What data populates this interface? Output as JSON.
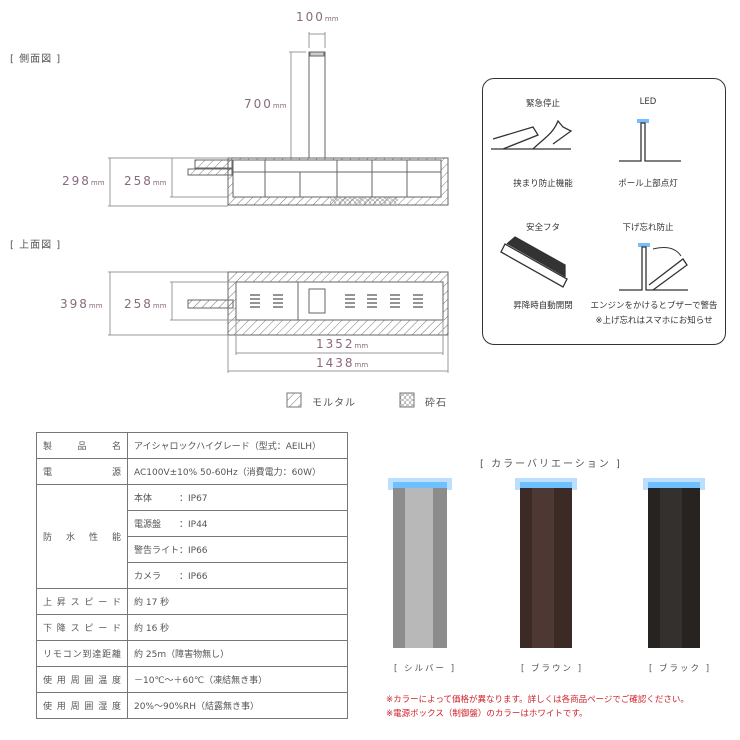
{
  "side_view": {
    "title": "[ 側面図 ]",
    "width": "100",
    "height": "700",
    "depth_total": "298",
    "depth_inner": "258",
    "unit": "mm"
  },
  "top_view": {
    "title": "[ 上面図 ]",
    "width_total": "398",
    "width_inner": "258",
    "length_inner": "1352",
    "length_total": "1438",
    "unit": "mm"
  },
  "legend": [
    {
      "label": "モルタル",
      "icon": "hatch-pattern-icon"
    },
    {
      "label": "砕石",
      "icon": "gravel-pattern-icon"
    }
  ],
  "features": [
    {
      "title": "緊急停止",
      "caption": "挟まり防止機能"
    },
    {
      "title": "LED",
      "caption": "ポール上部点灯"
    },
    {
      "title": "安全フタ",
      "caption": "昇降時自動開閉"
    },
    {
      "title": "下げ忘れ防止",
      "caption": "エンジンをかけるとブザーで警告",
      "caption2": "※上げ忘れはスマホにお知らせ"
    }
  ],
  "specs": {
    "rows": [
      {
        "label": "製品名",
        "value": "アイシャロックハイグレード（型式：AEILH）"
      },
      {
        "label": "電源",
        "value": "AC100V±10% 50-60Hz（消費電力：60W）"
      },
      {
        "label": "防水性能",
        "values": [
          "本体　　　：IP67",
          "電源盤　　：IP44",
          "警告ライト：IP66",
          "カメラ　　：IP66"
        ]
      },
      {
        "label": "上昇スピード",
        "value": "約 17 秒"
      },
      {
        "label": "下降スピード",
        "value": "約 16 秒"
      },
      {
        "label": "リモコン到達距離",
        "value": "約 25m（障害物無し）"
      },
      {
        "label": "使用周囲温度",
        "value": "－10℃～＋60℃（凍結無き事）"
      },
      {
        "label": "使用周囲湿度",
        "value": "20%～90%RH（結露無き事）"
      }
    ]
  },
  "colors": {
    "title": "[ カラーバリエーション ]",
    "items": [
      {
        "label": "[ シルバー ]",
        "hex": "#8a8a8a"
      },
      {
        "label": "[ ブラウン ]",
        "hex": "#3b2a26"
      },
      {
        "label": "[ ブラック ]",
        "hex": "#262321"
      }
    ],
    "led": "#3fa3ff",
    "notes": [
      "※カラーによって価格が異なります。詳しくは各商品ページでご確認ください。",
      "※電源ボックス（制御盤）のカラーはホワイトです。"
    ]
  }
}
